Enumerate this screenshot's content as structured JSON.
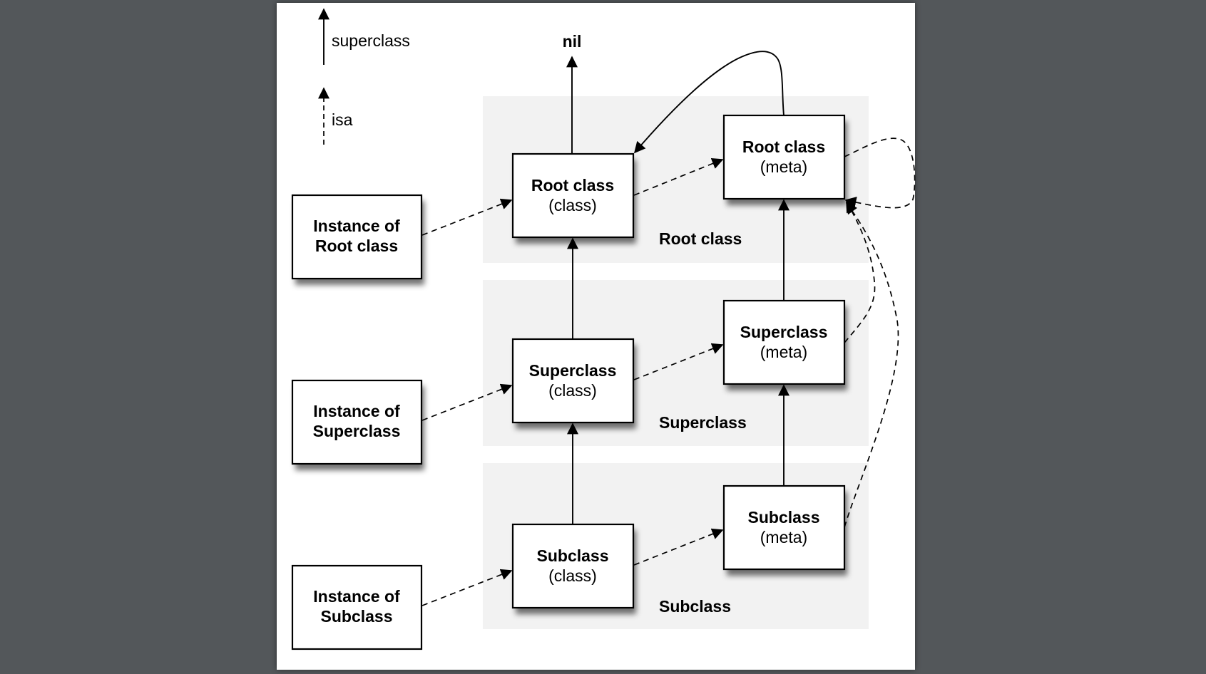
{
  "legend": {
    "superclass_label": "superclass",
    "isa_label": "isa"
  },
  "nil_label": "nil",
  "bands": [
    {
      "id": "root",
      "label": "Root class"
    },
    {
      "id": "super",
      "label": "Superclass"
    },
    {
      "id": "sub",
      "label": "Subclass"
    }
  ],
  "instances": [
    {
      "line1": "Instance of",
      "line2": "Root class"
    },
    {
      "line1": "Instance of",
      "line2": "Superclass"
    },
    {
      "line1": "Instance of",
      "line2": "Subclass"
    }
  ],
  "classes": [
    {
      "title": "Root class",
      "subtitle": "(class)"
    },
    {
      "title": "Superclass",
      "subtitle": "(class)"
    },
    {
      "title": "Subclass",
      "subtitle": "(class)"
    }
  ],
  "metas": [
    {
      "title": "Root class",
      "subtitle": "(meta)"
    },
    {
      "title": "Superclass",
      "subtitle": "(meta)"
    },
    {
      "title": "Subclass",
      "subtitle": "(meta)"
    }
  ],
  "edges": [
    {
      "from": "instance-root",
      "to": "class-root",
      "kind": "isa"
    },
    {
      "from": "instance-super",
      "to": "class-super",
      "kind": "isa"
    },
    {
      "from": "instance-sub",
      "to": "class-sub",
      "kind": "isa"
    },
    {
      "from": "class-root",
      "to": "meta-root",
      "kind": "isa"
    },
    {
      "from": "class-super",
      "to": "meta-super",
      "kind": "isa"
    },
    {
      "from": "class-sub",
      "to": "meta-sub",
      "kind": "isa"
    },
    {
      "from": "meta-root",
      "to": "meta-root",
      "kind": "isa"
    },
    {
      "from": "meta-super",
      "to": "meta-root",
      "kind": "isa"
    },
    {
      "from": "meta-sub",
      "to": "meta-root",
      "kind": "isa"
    },
    {
      "from": "class-sub",
      "to": "class-super",
      "kind": "superclass"
    },
    {
      "from": "class-super",
      "to": "class-root",
      "kind": "superclass"
    },
    {
      "from": "class-root",
      "to": "nil",
      "kind": "superclass"
    },
    {
      "from": "meta-sub",
      "to": "meta-super",
      "kind": "superclass"
    },
    {
      "from": "meta-super",
      "to": "meta-root",
      "kind": "superclass"
    },
    {
      "from": "meta-root",
      "to": "class-root",
      "kind": "superclass"
    }
  ]
}
